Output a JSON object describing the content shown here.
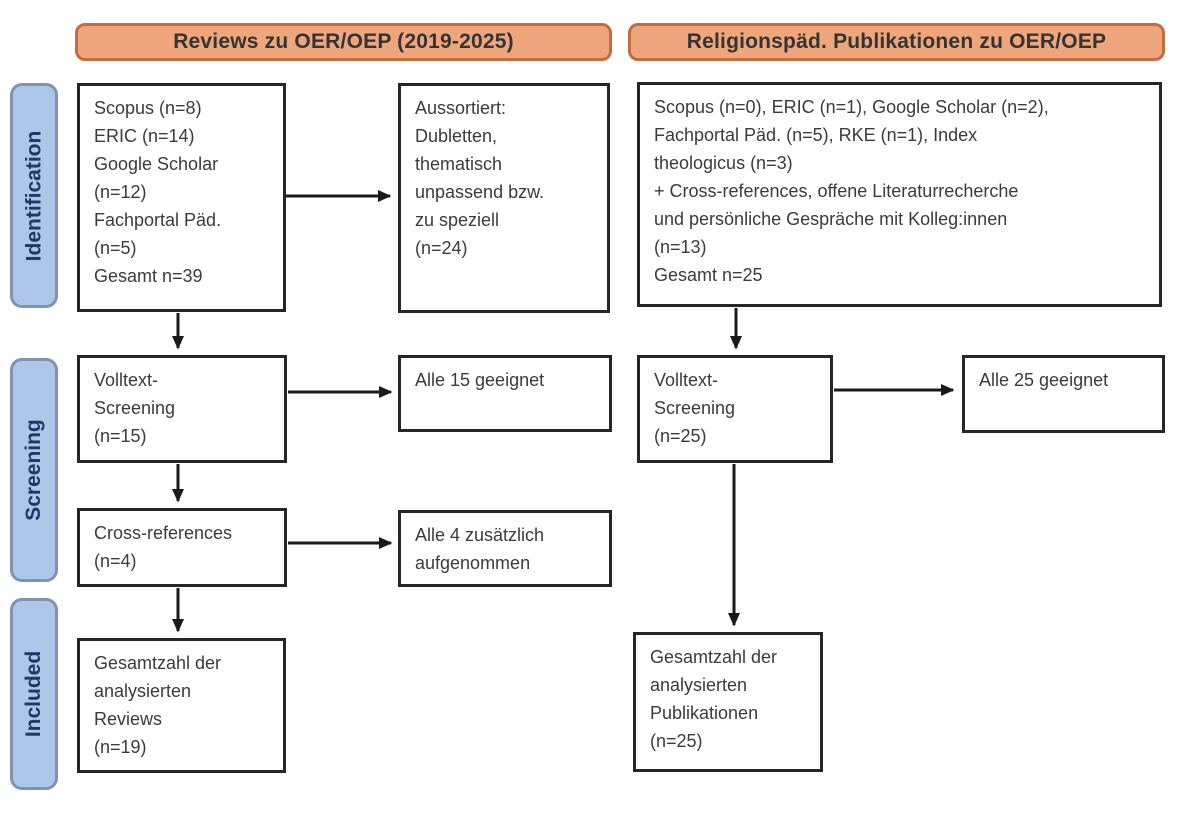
{
  "diagram": {
    "kind": "PRISMA-style literature flow diagram",
    "headers": {
      "left": "Reviews zu OER/OEP (2019-2025)",
      "right": "Religionspäd. Publikationen zu OER/OEP"
    },
    "stage_labels": {
      "identification": "Identification",
      "screening": "Screening",
      "included": "Included"
    },
    "left_column": {
      "sources": [
        "Scopus (n=8)",
        "ERIC (n=14)",
        "Google Scholar",
        "(n=12)",
        "Fachportal Päd.",
        "(n=5)",
        "Gesamt n=39"
      ],
      "excluded": [
        "Aussortiert:",
        "Dubletten,",
        "thematisch",
        "unpassend bzw.",
        "zu speziell",
        "(n=24)"
      ],
      "fulltext_screening": [
        "Volltext-",
        "Screening",
        "(n=15)"
      ],
      "fulltext_result": [
        "Alle 15 geeignet"
      ],
      "cross_references": [
        "Cross-references",
        "(n=4)"
      ],
      "cross_references_result": [
        "Alle 4 zusätzlich",
        "aufgenommen"
      ],
      "included_total": [
        "Gesamtzahl der",
        "analysierten",
        "Reviews",
        "(n=19)"
      ]
    },
    "right_column": {
      "sources": [
        "Scopus (n=0), ERIC (n=1), Google Scholar (n=2),",
        "Fachportal Päd. (n=5), RKE (n=1), Index",
        "theologicus (n=3)",
        "+ Cross-references, offene Literaturrecherche",
        "und persönliche Gespräche mit Kolleg:innen",
        "(n=13)",
        "Gesamt n=25"
      ],
      "fulltext_screening": [
        "Volltext-",
        "Screening",
        "(n=25)"
      ],
      "fulltext_result": [
        "Alle 25 geeignet"
      ],
      "included_total": [
        "Gesamtzahl der",
        "analysierten",
        "Publikationen",
        "(n=25)"
      ]
    },
    "colors": {
      "header_fill": "#F0A67D",
      "header_border": "#C96A3D",
      "stage_fill": "#AEC6E8",
      "stage_border": "#8093B5",
      "stage_text": "#1F3864",
      "box_border": "#262626",
      "box_text": "#3B3B3B",
      "arrow": "#1A1A1A",
      "background": "#FFFFFF"
    }
  }
}
